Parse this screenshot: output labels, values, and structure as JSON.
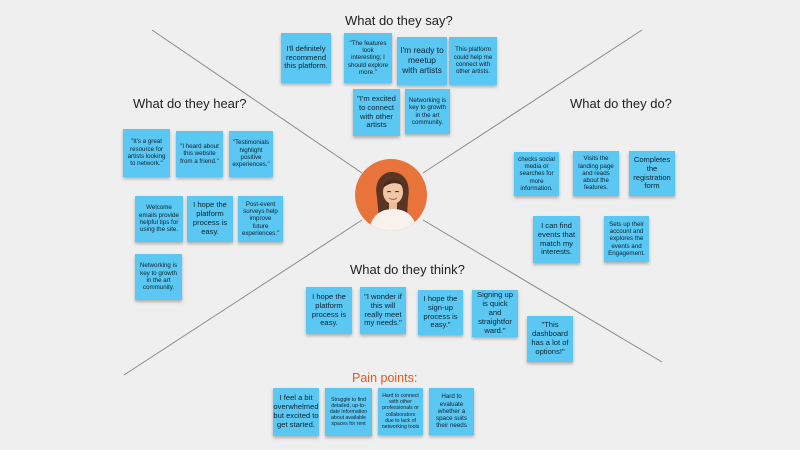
{
  "sections": {
    "say": "What do they say?",
    "hear": "What do they hear?",
    "do": "What do they do?",
    "think": "What do they think?",
    "pain": "Pain points:"
  },
  "notes": {
    "say": [
      "I'll definitely recommend this platform.",
      "\"The features look interesting; I should explore more.\"",
      "I'm ready to meetup with artists",
      "This platform could help me connect with other artists.",
      "\"I'm excited to connect with other artists",
      "Networking is key to growth in the art community."
    ],
    "hear": [
      "\"It's a great resource for artists looking to network.\"",
      "\"I heard about this website from a friend.\"",
      "\"Testimonials highlight positive experiences.\"",
      "Welcome emails provide helpful tips for using the site.",
      "I hope the platform process is easy.",
      "Post-event surveys help improve future experiences.\"",
      "Networking is key to growth in the art community."
    ],
    "do": [
      "checks social media or searches for more information.",
      "Visits the landing page and reads about the features.",
      "Completes the registration form",
      "I can find events that match my interests.",
      "Sets up their account and explores the events and Engagement."
    ],
    "think": [
      "I hope the platform process is easy.",
      "\"I wonder if this will really meet my needs.\"",
      "I hope the sign-up process is easy.\"",
      "Signing up is quick and straightfor ward.\"",
      "\"This dashboard has a lot of options!\""
    ],
    "pain": [
      "I feel a bit overwhelmed but excited to get started.",
      "Struggle to find detailed, up-to-date information about available spaces for rent",
      "Hard to connect with other professionals or collaborators due to lack of networking tools",
      "Hard to evaluate whether a space suits their needs"
    ]
  },
  "colors": {
    "background": "#efefef",
    "sticky_note": "#5bc7f3",
    "pain_heading": "#e2581e",
    "avatar_background": "#e8743b",
    "divider_lines": "#8a8a8a"
  },
  "avatar": {
    "icon": "person-avatar-icon"
  }
}
